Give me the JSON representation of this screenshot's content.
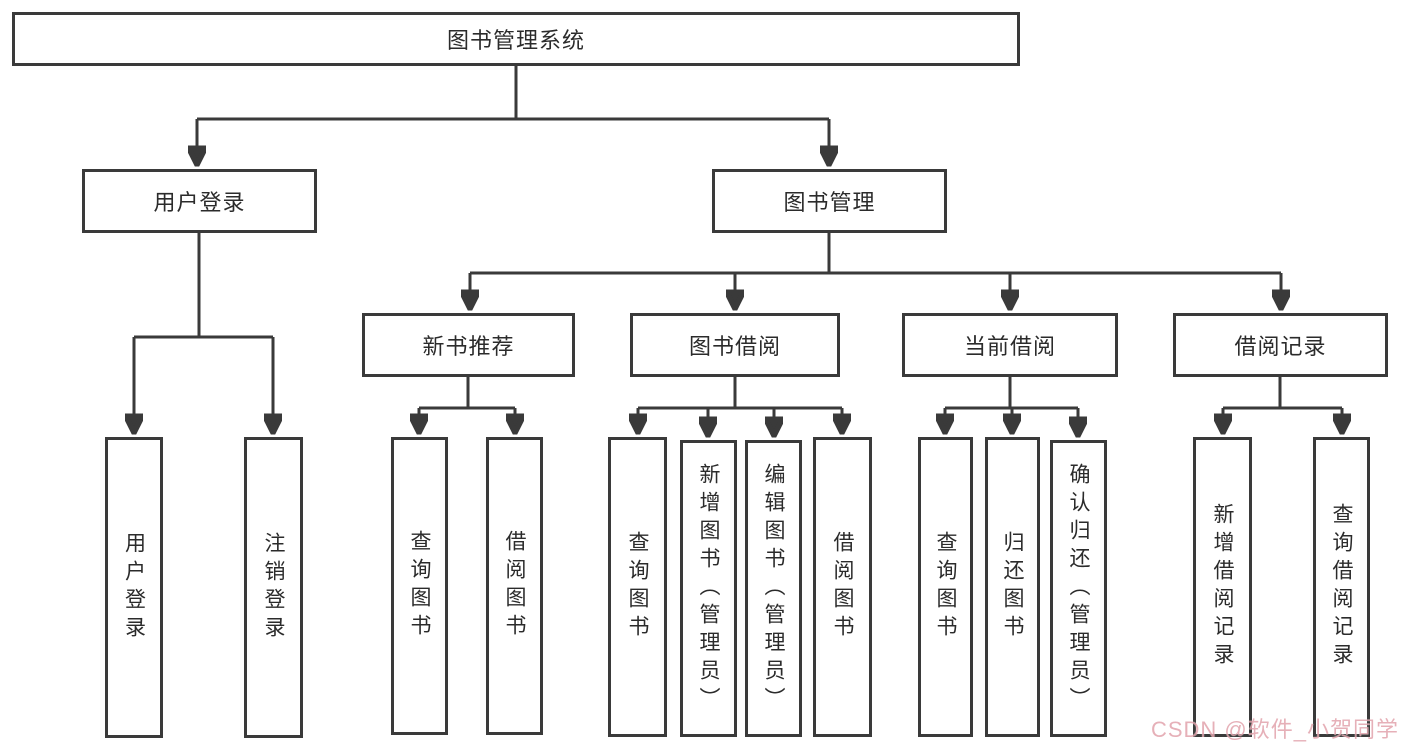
{
  "colors": {
    "line": "#3a3a3a",
    "text": "#2b2b2b",
    "box_bg": "#ffffff",
    "watermark": "#e2a3ac",
    "background": "#ffffff"
  },
  "tree": {
    "root": {
      "label": "图书管理系统"
    },
    "level1": [
      {
        "label": "用户登录"
      },
      {
        "label": "图书管理"
      }
    ],
    "user_children": [
      {
        "label": "用户登录"
      },
      {
        "label": "注销登录"
      }
    ],
    "mgmt_children": [
      {
        "label": "新书推荐"
      },
      {
        "label": "图书借阅"
      },
      {
        "label": "当前借阅"
      },
      {
        "label": "借阅记录"
      }
    ],
    "leaf_groups": {
      "new_book": [
        {
          "label": "查询图书"
        },
        {
          "label": "借阅图书"
        }
      ],
      "book_borrow": [
        {
          "label": "查询图书"
        },
        {
          "label": "新增图书（管理员）"
        },
        {
          "label": "编辑图书（管理员）"
        },
        {
          "label": "借阅图书"
        }
      ],
      "current_borrow": [
        {
          "label": "查询图书"
        },
        {
          "label": "归还图书"
        },
        {
          "label": "确认归还（管理员）"
        }
      ],
      "borrow_record": [
        {
          "label": "新增借阅记录"
        },
        {
          "label": "查询借阅记录"
        }
      ]
    }
  },
  "watermark": {
    "text": "CSDN @软件_小贺同学"
  }
}
